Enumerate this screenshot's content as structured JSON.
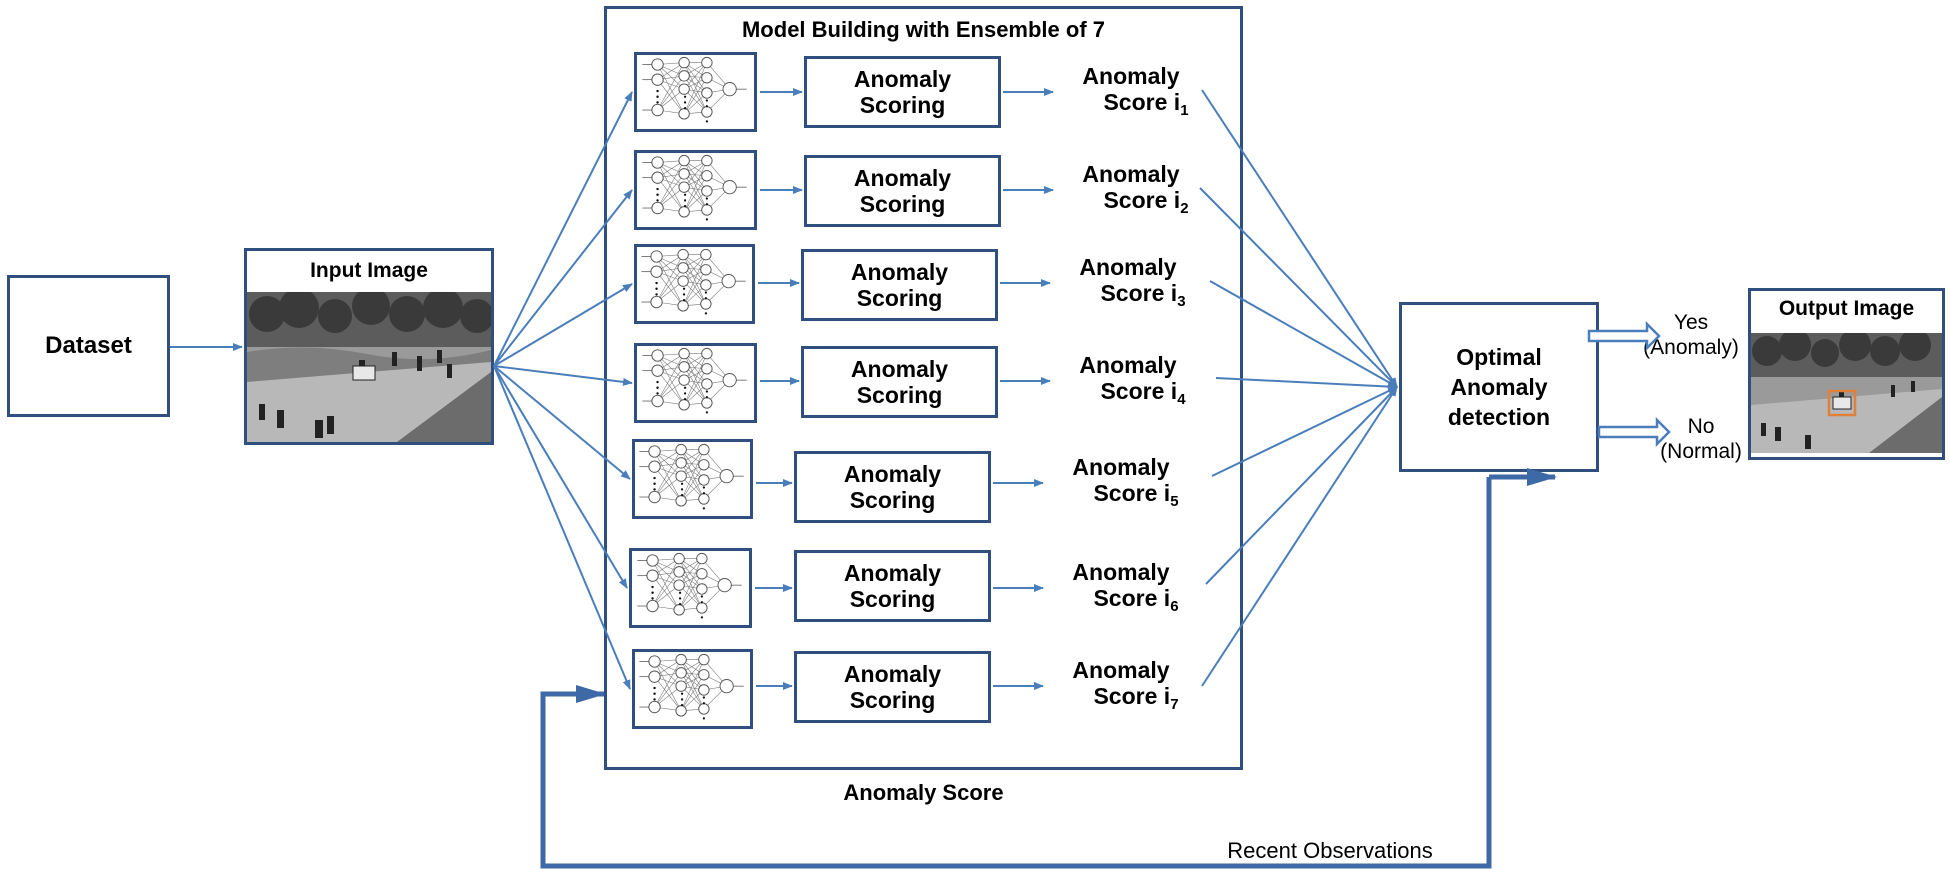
{
  "dataset_label": "Dataset",
  "input_image_title": "Input Image",
  "ensemble_title": "Model Building with Ensemble of  7",
  "models": [
    {
      "scoring_line1": "Anomaly",
      "scoring_line2": "Scoring",
      "score_line1": "Anomaly",
      "score_line2": "Score",
      "score_index": "i",
      "score_sub": "1"
    },
    {
      "scoring_line1": "Anomaly",
      "scoring_line2": "Scoring",
      "score_line1": "Anomaly",
      "score_line2": "Score",
      "score_index": "i",
      "score_sub": "2"
    },
    {
      "scoring_line1": "Anomaly",
      "scoring_line2": "Scoring",
      "score_line1": "Anomaly",
      "score_line2": "Score",
      "score_index": "i",
      "score_sub": "3"
    },
    {
      "scoring_line1": "Anomaly",
      "scoring_line2": "Scoring",
      "score_line1": "Anomaly",
      "score_line2": "Score",
      "score_index": "i",
      "score_sub": "4"
    },
    {
      "scoring_line1": "Anomaly",
      "scoring_line2": "Scoring",
      "score_line1": "Anomaly",
      "score_line2": "Score",
      "score_index": "i",
      "score_sub": "5"
    },
    {
      "scoring_line1": "Anomaly",
      "scoring_line2": "Scoring",
      "score_line1": "Anomaly",
      "score_line2": "Score",
      "score_index": "i",
      "score_sub": "6"
    },
    {
      "scoring_line1": "Anomaly",
      "scoring_line2": "Scoring",
      "score_line1": "Anomaly",
      "score_line2": "Score",
      "score_index": "i",
      "score_sub": "7"
    }
  ],
  "ensemble_footer": "Anomaly Score",
  "optimal": {
    "line1": "Optimal",
    "line2": "Anomaly",
    "line3": "detection"
  },
  "outcomes": {
    "yes": "Yes",
    "yes_detail": "(Anomaly)",
    "no": "No",
    "no_detail": "(Normal)"
  },
  "output_image_title": "Output Image",
  "feedback_label": "Recent Observations",
  "colors": {
    "box_border": "#2f4f7f",
    "arrow": "#4a7ebb",
    "feedback": "#3d6aa6",
    "detection_box": "#e0803a"
  }
}
